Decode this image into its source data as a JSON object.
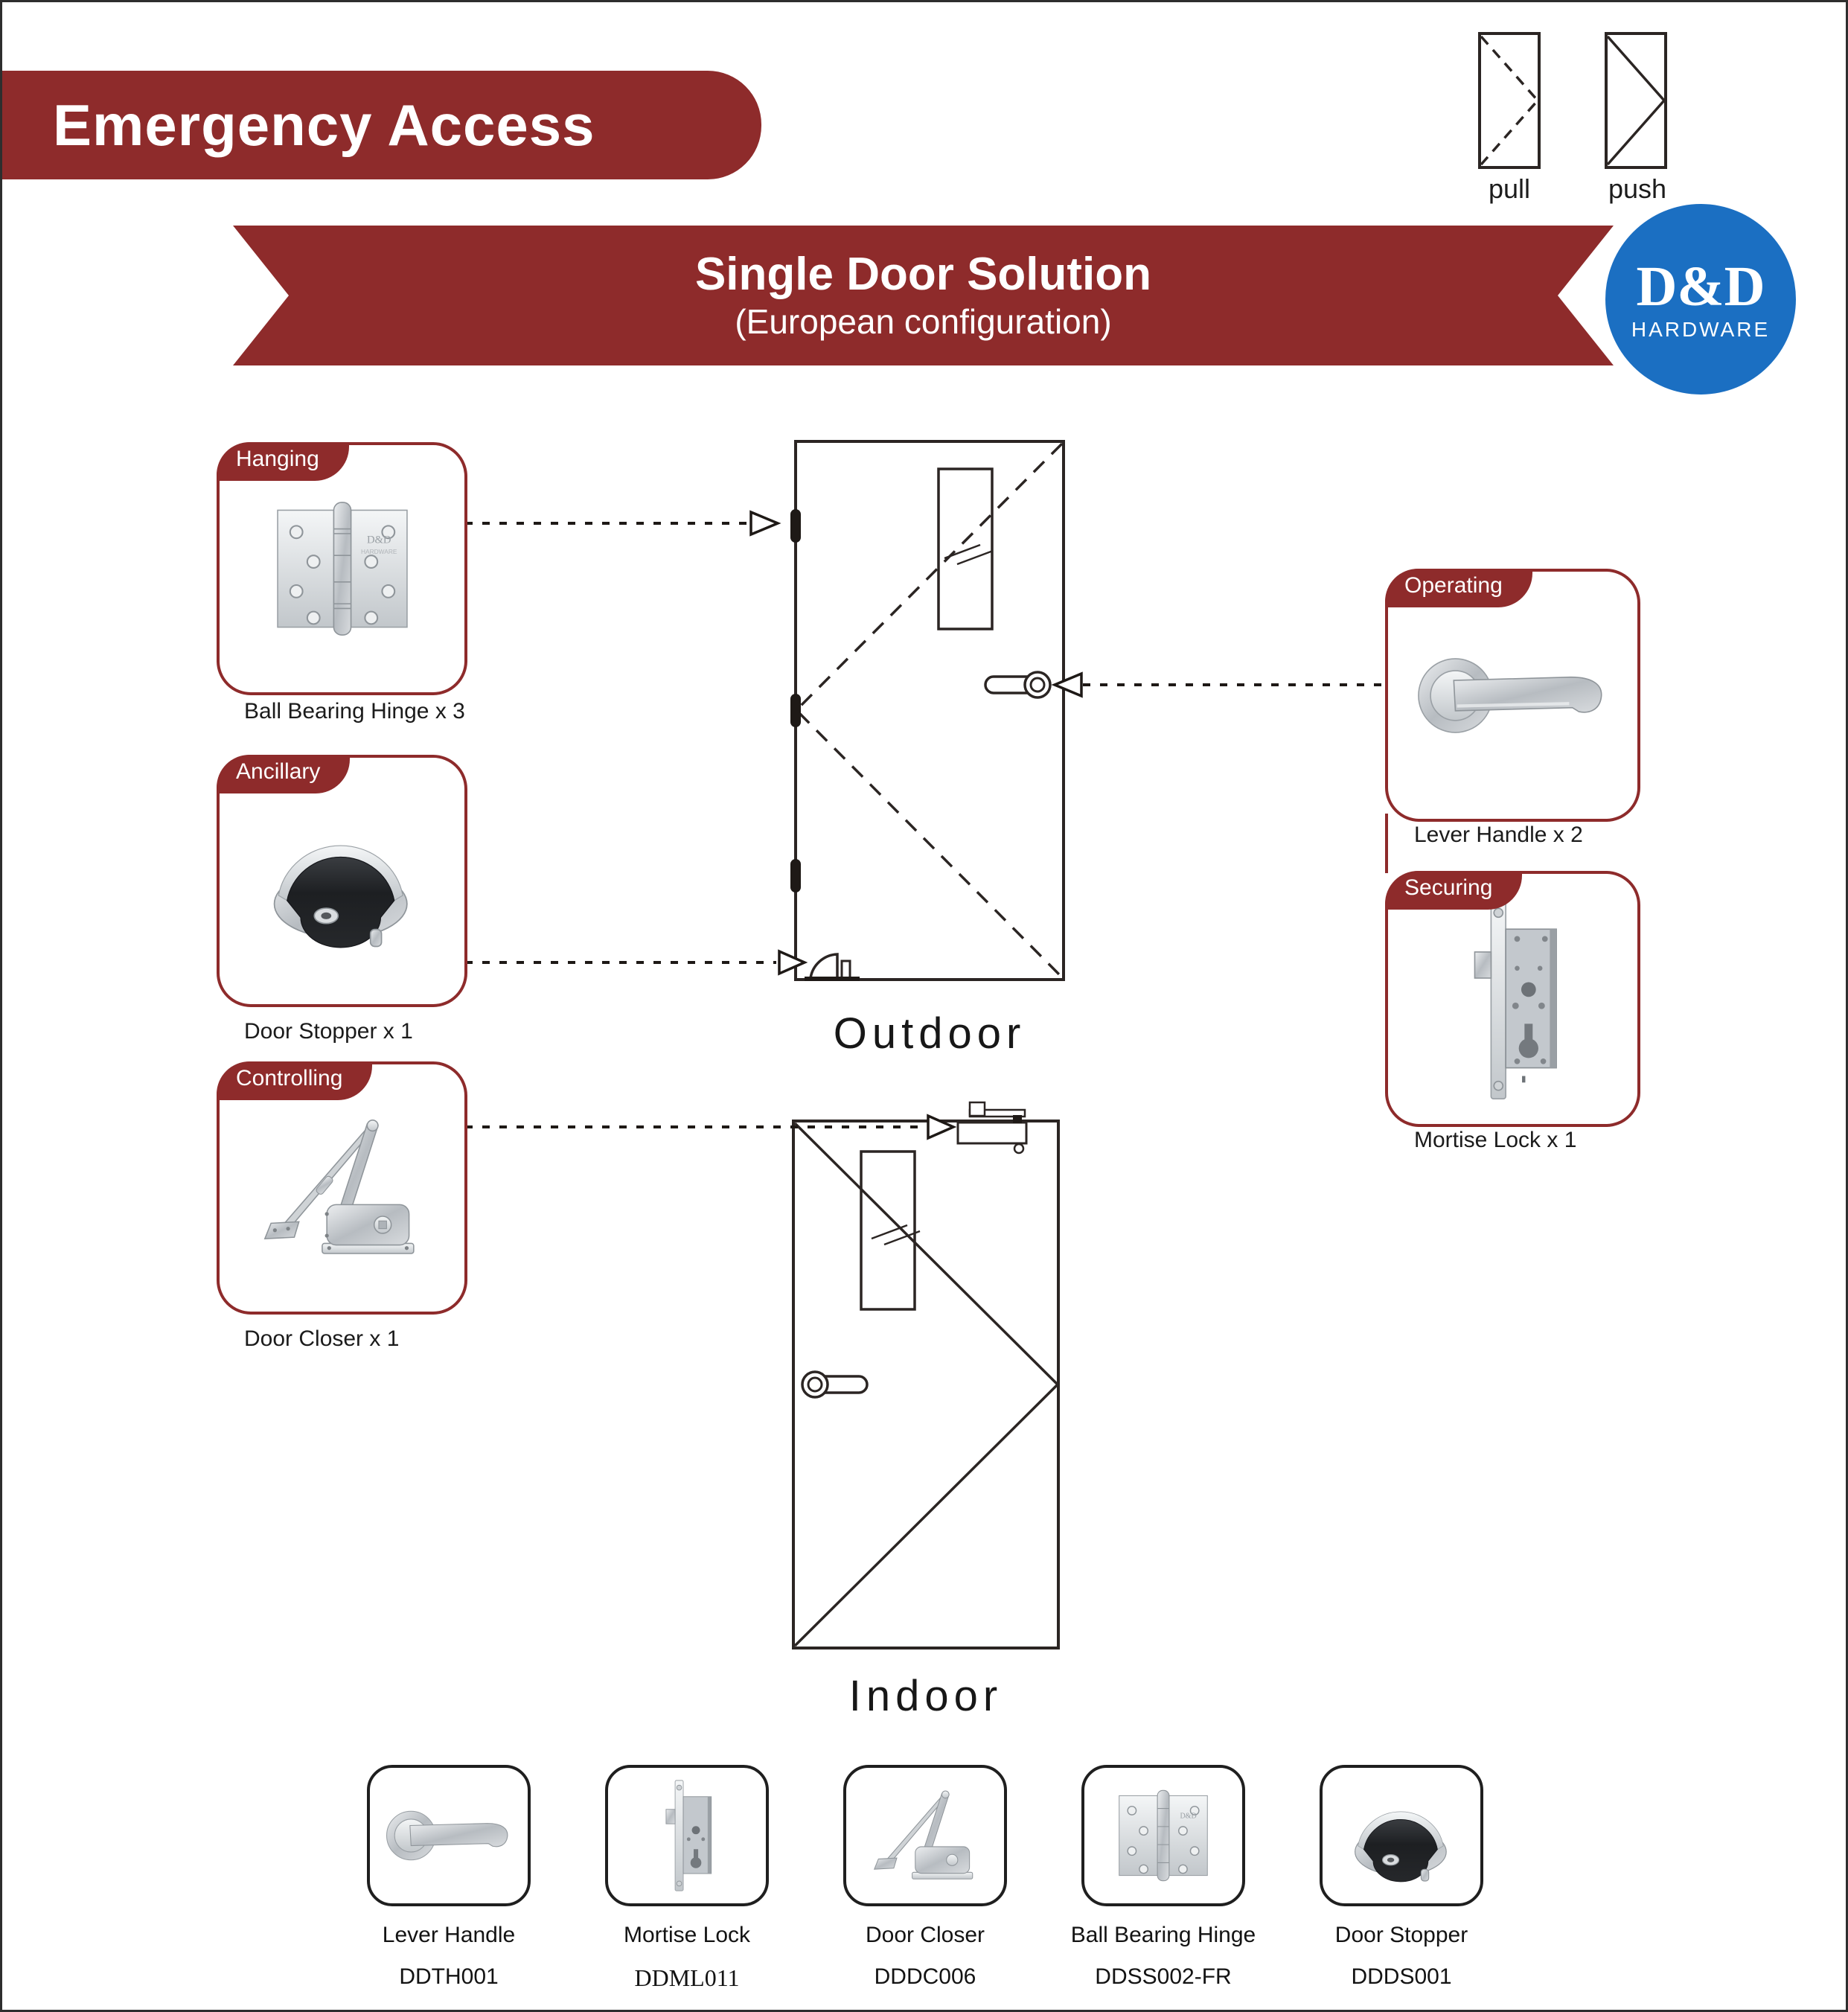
{
  "header": {
    "banner_title": "Emergency Access",
    "ribbon_title": "Single Door Solution",
    "ribbon_subtitle": "(European configuration)"
  },
  "logo": {
    "line1": "D&D",
    "line2": "HARDWARE"
  },
  "legend": {
    "pull_label": "pull",
    "push_label": "push"
  },
  "callouts": {
    "hanging": {
      "tab": "Hanging",
      "caption": "Ball Bearing Hinge x 3"
    },
    "ancillary": {
      "tab": "Ancillary",
      "caption": "Door Stopper x 1"
    },
    "controlling": {
      "tab": "Controlling",
      "caption": "Door Closer x 1"
    },
    "operating": {
      "tab": "Operating",
      "caption": "Lever Handle x 2"
    },
    "securing": {
      "tab": "Securing",
      "caption": "Mortise Lock x 1"
    }
  },
  "doors": {
    "outdoor_label": "Outdoor",
    "indoor_label": "Indoor"
  },
  "products": [
    {
      "name": "Lever Handle",
      "model": "DDTH001"
    },
    {
      "name": "Mortise Lock",
      "model": "DDML011"
    },
    {
      "name": "Door Closer",
      "model": "DDDC006"
    },
    {
      "name": "Ball Bearing Hinge",
      "model": "DDSS002-FR"
    },
    {
      "name": "Door Stopper",
      "model": "DDDS001"
    }
  ],
  "colors": {
    "brand_red": "#8E2B2B",
    "logo_blue": "#1B6FC2",
    "line_dark": "#2B2523"
  }
}
